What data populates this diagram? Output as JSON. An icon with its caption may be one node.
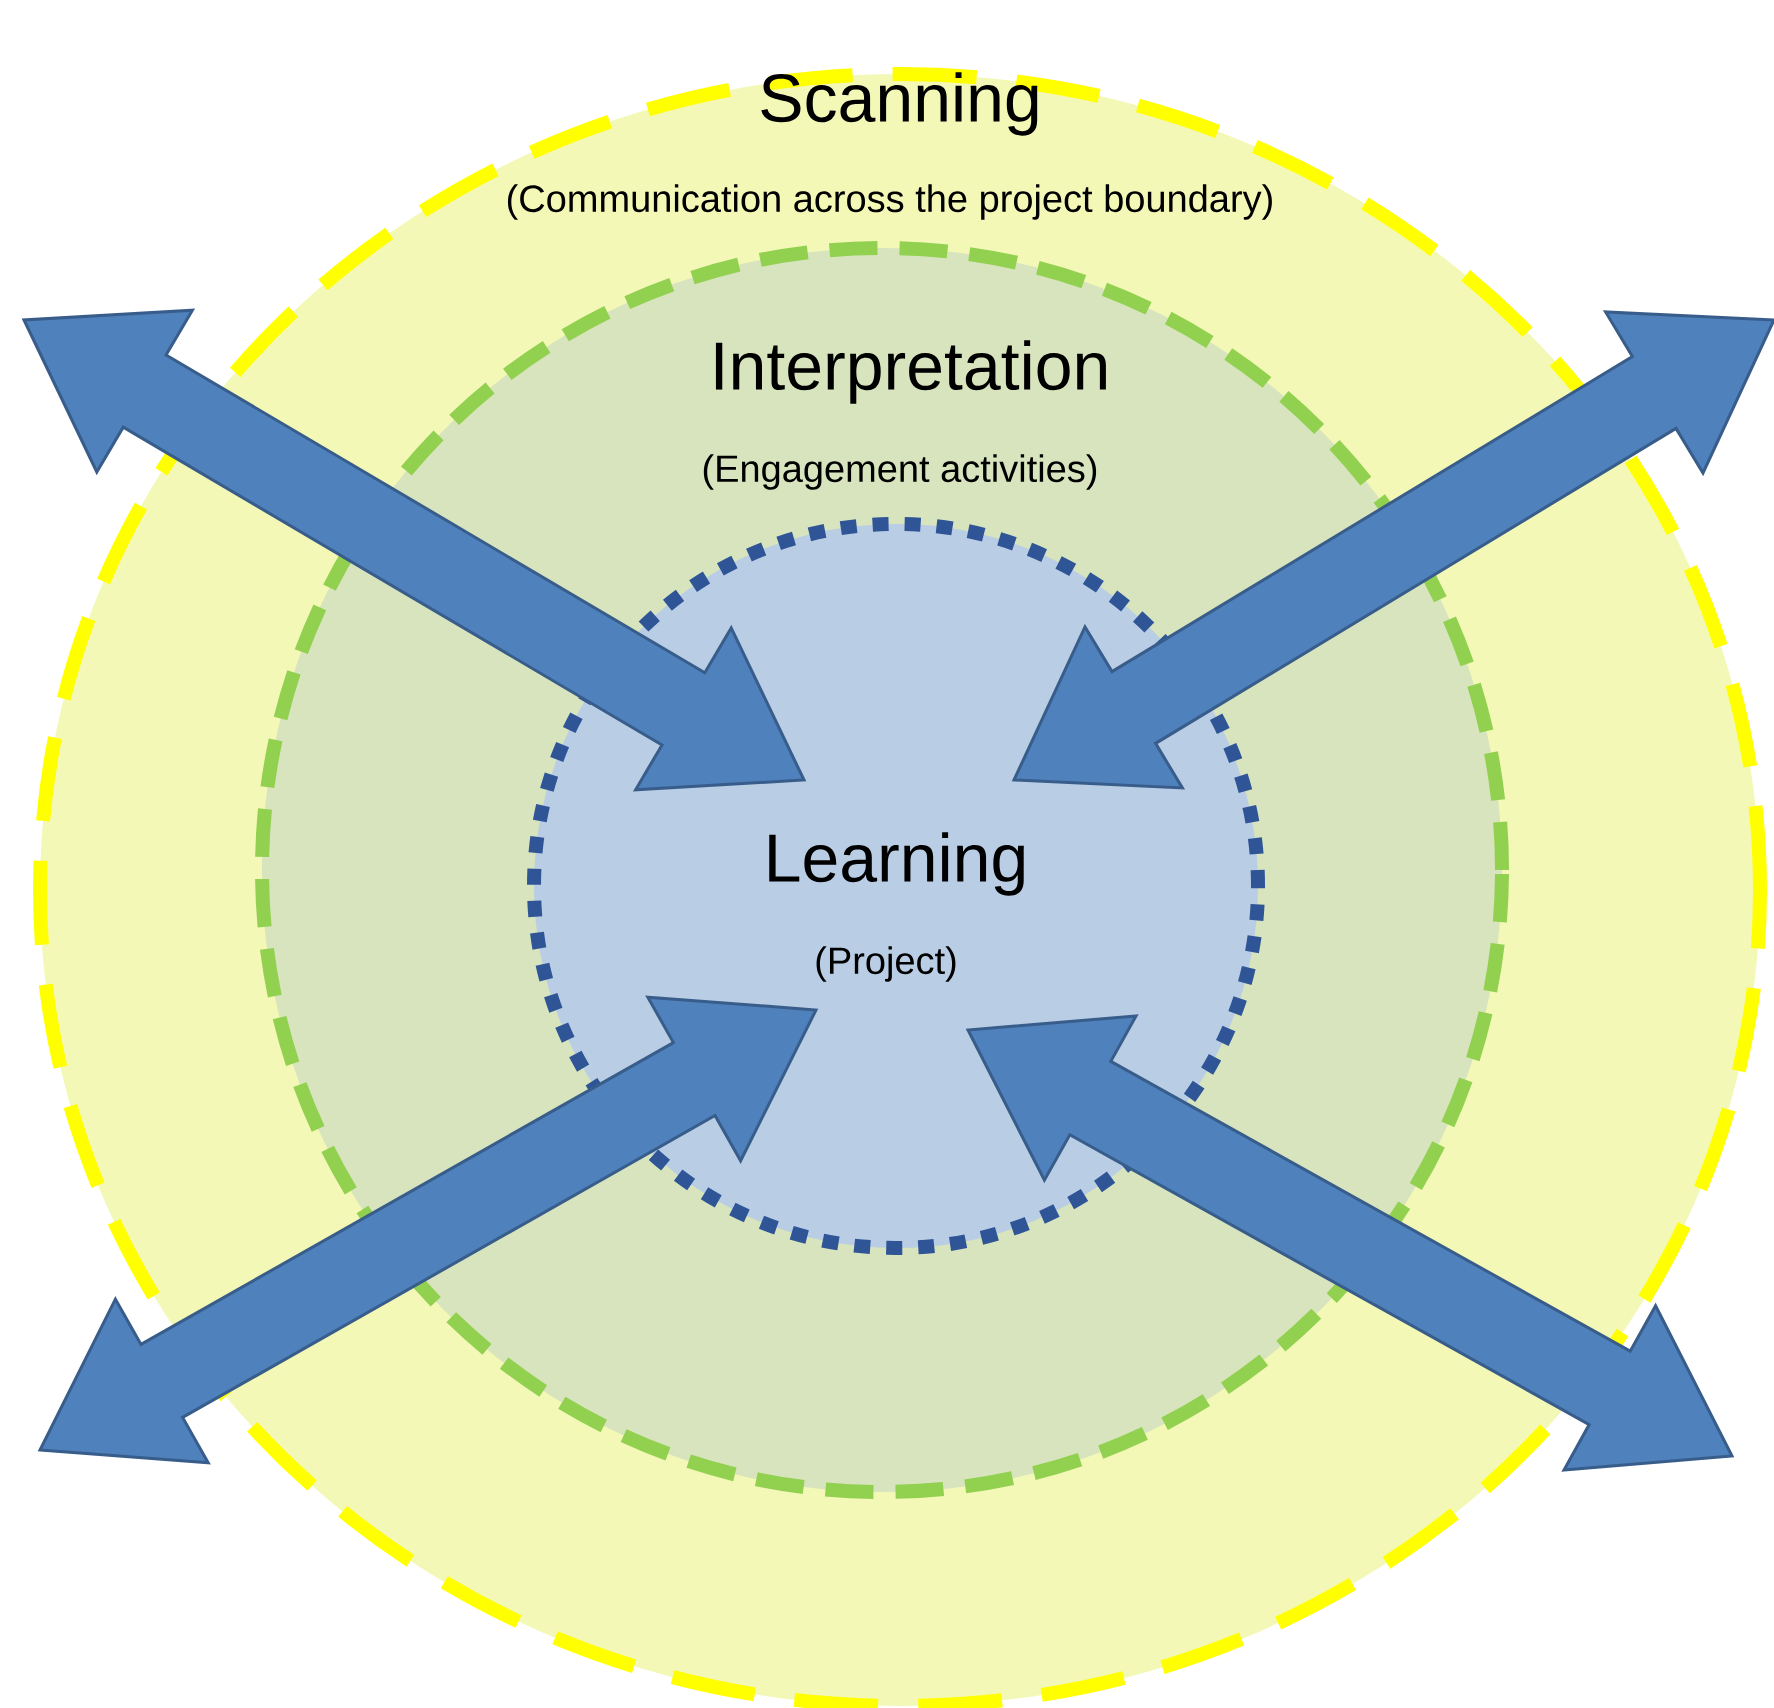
{
  "diagram": {
    "nodes": [
      {
        "text": [
          "Scanning",
          "(Communication across the project boundary)"
        ]
      },
      {
        "text": [
          "Interpretation",
          "(Engagement activities)"
        ],
        "in": 0
      },
      {
        "text": [
          "Learning",
          "(Project)"
        ],
        "in": 1
      }
    ],
    "edges": [
      {
        "from": null,
        "to": 2,
        "arrow": "both"
      },
      {
        "from": null,
        "to": 2,
        "arrow": "both"
      },
      {
        "from": null,
        "to": 2,
        "arrow": "both"
      },
      {
        "from": null,
        "to": 2,
        "arrow": "both"
      }
    ]
  }
}
